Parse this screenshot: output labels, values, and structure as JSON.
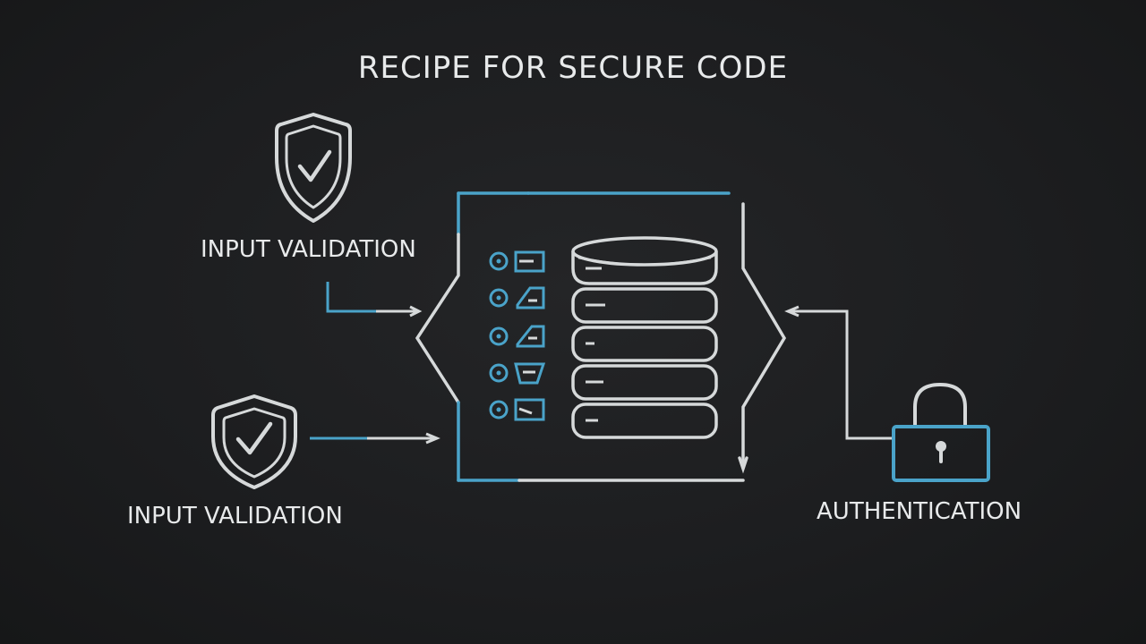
{
  "title": "RECIPE FOR SECURE CODE",
  "labels": {
    "input_validation_top": "INPUT VALIDATION",
    "input_validation_bottom": "INPUT VALIDATION",
    "authentication": "AUTHENTICATION"
  },
  "icons": {
    "shield": "shield-check-icon",
    "database": "database-icon",
    "lock": "padlock-icon",
    "checklist": "checklist-icon"
  },
  "colors": {
    "background": "#1d1e20",
    "line_light": "#d6d9da",
    "line_accent": "#4aa3c9",
    "text": "#e8eaeb"
  }
}
